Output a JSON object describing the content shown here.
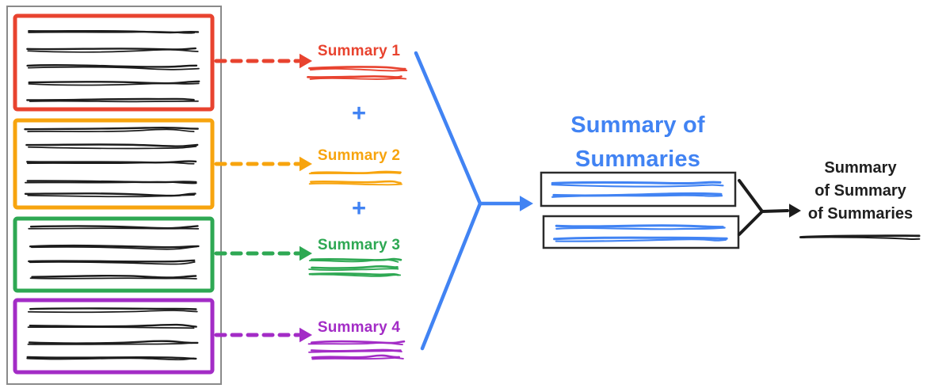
{
  "colors": {
    "red": "#e8432f",
    "orange": "#f7a40e",
    "green": "#2ea853",
    "purple": "#a32cc6",
    "blue": "#4183f3",
    "ink": "#1c1c1c",
    "frame_gray": "#8a8a8a"
  },
  "documents": [
    {
      "name": "document-1",
      "color": "red",
      "text_lines": 5
    },
    {
      "name": "document-2",
      "color": "orange",
      "text_lines": 5
    },
    {
      "name": "document-3",
      "color": "green",
      "text_lines": 4
    },
    {
      "name": "document-4",
      "color": "purple",
      "text_lines": 4
    }
  ],
  "summaries": [
    {
      "label": "Summary 1",
      "color": "red"
    },
    {
      "label": "Summary 2",
      "color": "orange"
    },
    {
      "label": "Summary 3",
      "color": "green"
    },
    {
      "label": "Summary 4",
      "color": "purple"
    }
  ],
  "operators": {
    "plus": "+"
  },
  "summary_of_summaries": {
    "title_lines": [
      "Summary of",
      "Summaries"
    ],
    "box_count": 2,
    "scribble_lines_per_box": 2
  },
  "final_summary": {
    "label_lines": [
      "Summary",
      "of Summary",
      "of Summaries"
    ]
  }
}
